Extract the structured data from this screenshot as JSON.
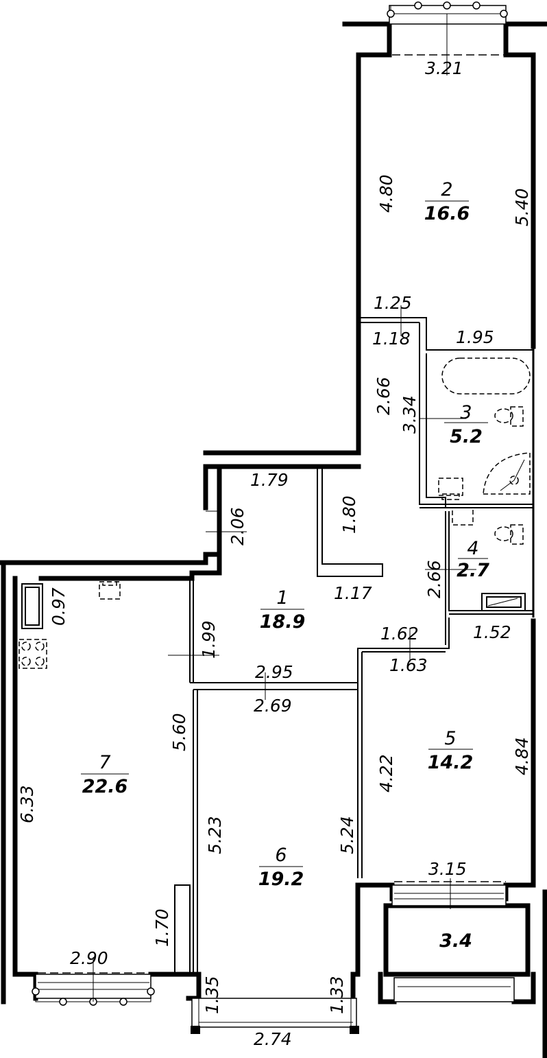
{
  "rooms": [
    {
      "number": "1",
      "area": "18.9"
    },
    {
      "number": "2",
      "area": "16.6"
    },
    {
      "number": "3",
      "area": "5.2"
    },
    {
      "number": "4",
      "area": "2.7"
    },
    {
      "number": "5",
      "area": "14.2"
    },
    {
      "number": "6",
      "area": "19.2"
    },
    {
      "number": "7",
      "area": "22.6"
    },
    {
      "number": "",
      "area": "3.4"
    }
  ],
  "dimensions": {
    "d321": "3.21",
    "d480": "4.80",
    "d540": "5.40",
    "d125": "1.25",
    "d118": "1.18",
    "d195": "1.95",
    "d266a": "2.66",
    "d334": "3.34",
    "d179": "1.79",
    "d206": "2.06",
    "d180": "1.80",
    "d117": "1.17",
    "d266b": "2.66",
    "d097": "0.97",
    "d199": "1.99",
    "d162": "1.62",
    "d163": "1.63",
    "d152": "1.52",
    "d295": "2.95",
    "d269": "2.69",
    "d560": "5.60",
    "d633": "6.33",
    "d422": "4.22",
    "d484": "4.84",
    "d523": "5.23",
    "d524": "5.24",
    "d315": "3.15",
    "d170": "1.70",
    "d290": "2.90",
    "d135": "1.35",
    "d274": "2.74",
    "d133": "1.33"
  }
}
